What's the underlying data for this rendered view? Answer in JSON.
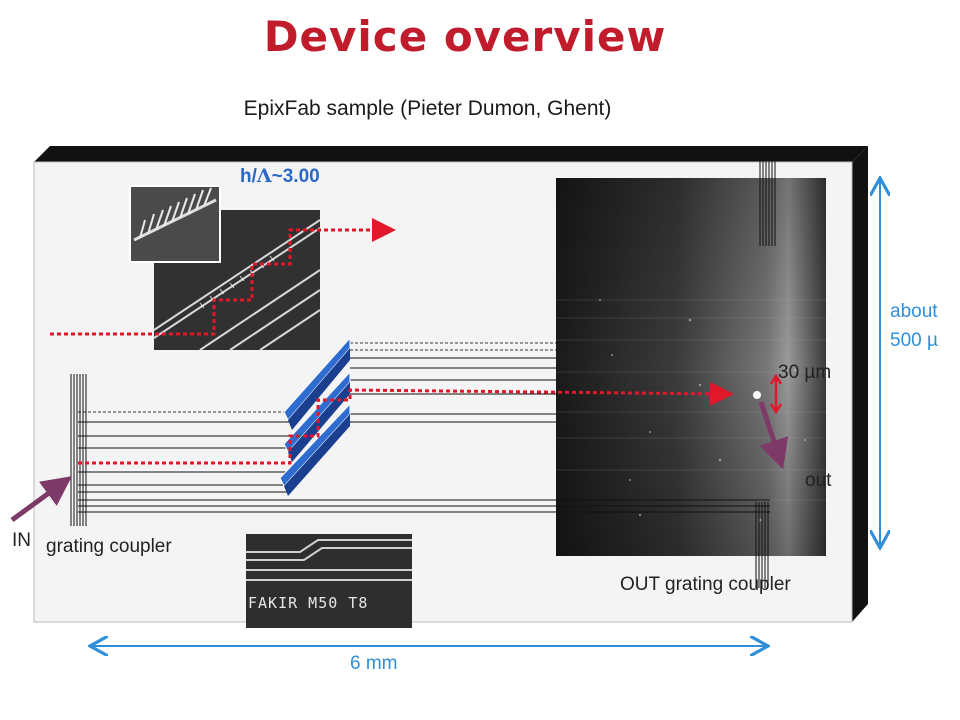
{
  "title": "Device overview",
  "subtitle": "EpixFab sample (Pieter Dumon, Ghent)",
  "labels": {
    "ratio_prefix": "h/",
    "ratio_symbol": "Λ",
    "ratio_value": "~3.00",
    "in": "IN",
    "grating_coupler": "grating coupler",
    "out_grating_coupler": "OUT grating coupler",
    "spacing": "30 µm",
    "out": "out",
    "width_line1": "about",
    "width_line2": "500 µ",
    "length": "6 mm"
  },
  "sem_inset_text": "FAKIR M50 T8",
  "colors": {
    "title": "#c01c2c",
    "path": "#e0182a",
    "arrow_in_out": "#7d3a68",
    "dimension": "#2f8fd8",
    "prism": "#2f6ccf"
  }
}
